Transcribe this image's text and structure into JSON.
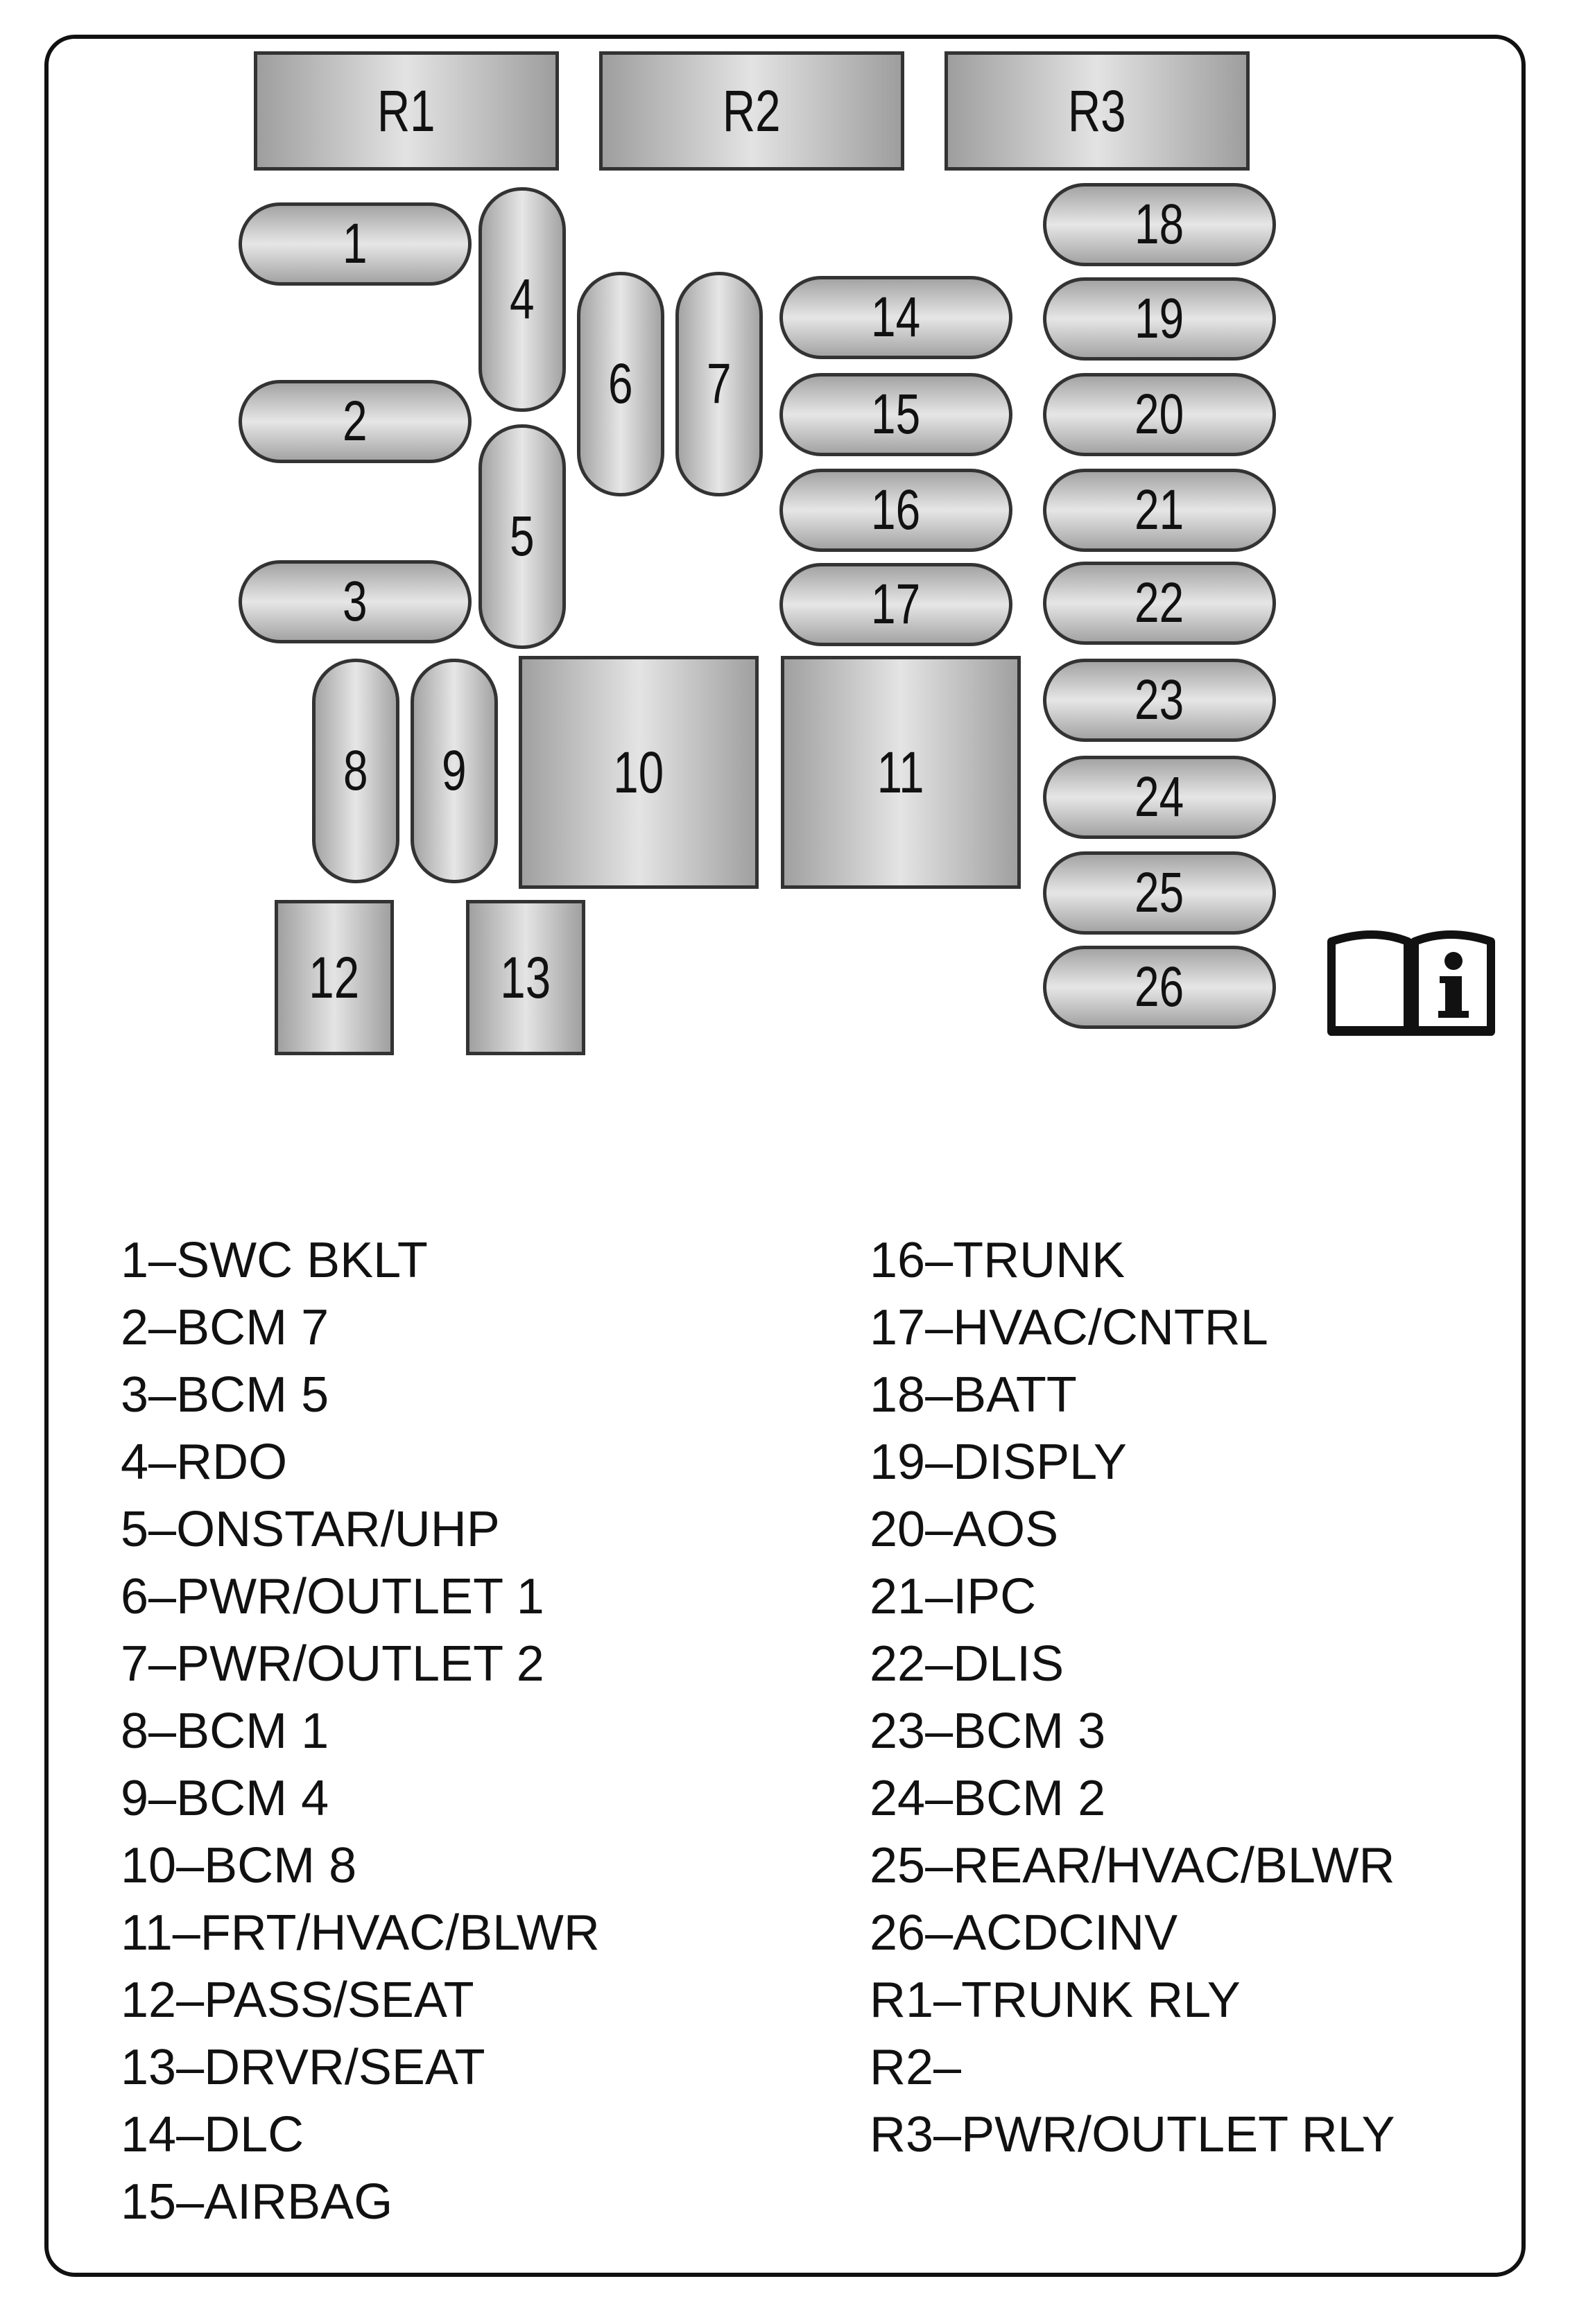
{
  "diagram": {
    "relays": [
      "R1",
      "R2",
      "R3"
    ],
    "fuses": [
      "1",
      "2",
      "3",
      "4",
      "5",
      "6",
      "7",
      "8",
      "9",
      "10",
      "11",
      "12",
      "13",
      "14",
      "15",
      "16",
      "17",
      "18",
      "19",
      "20",
      "21",
      "22",
      "23",
      "24",
      "25",
      "26"
    ],
    "manual_icon": "info-book-icon"
  },
  "legend": {
    "left": [
      "1–SWC BKLT",
      "2–BCM 7",
      "3–BCM 5",
      "4–RDO",
      "5–ONSTAR/UHP",
      "6–PWR/OUTLET 1",
      "7–PWR/OUTLET 2",
      "8–BCM 1",
      "9–BCM 4",
      "10–BCM 8",
      "11–FRT/HVAC/BLWR",
      "12–PASS/SEAT",
      "13–DRVR/SEAT",
      "14–DLC",
      "15–AIRBAG"
    ],
    "right": [
      "16–TRUNK",
      "17–HVAC/CNTRL",
      "18–BATT",
      "19–DISPLY",
      "20–AOS",
      "21–IPC",
      "22–DLIS",
      "23–BCM 3",
      "24–BCM 2",
      "25–REAR/HVAC/BLWR",
      "26–ACDCINV",
      "R1–TRUNK RLY",
      "R2–",
      "R3–PWR/OUTLET RLY"
    ]
  }
}
